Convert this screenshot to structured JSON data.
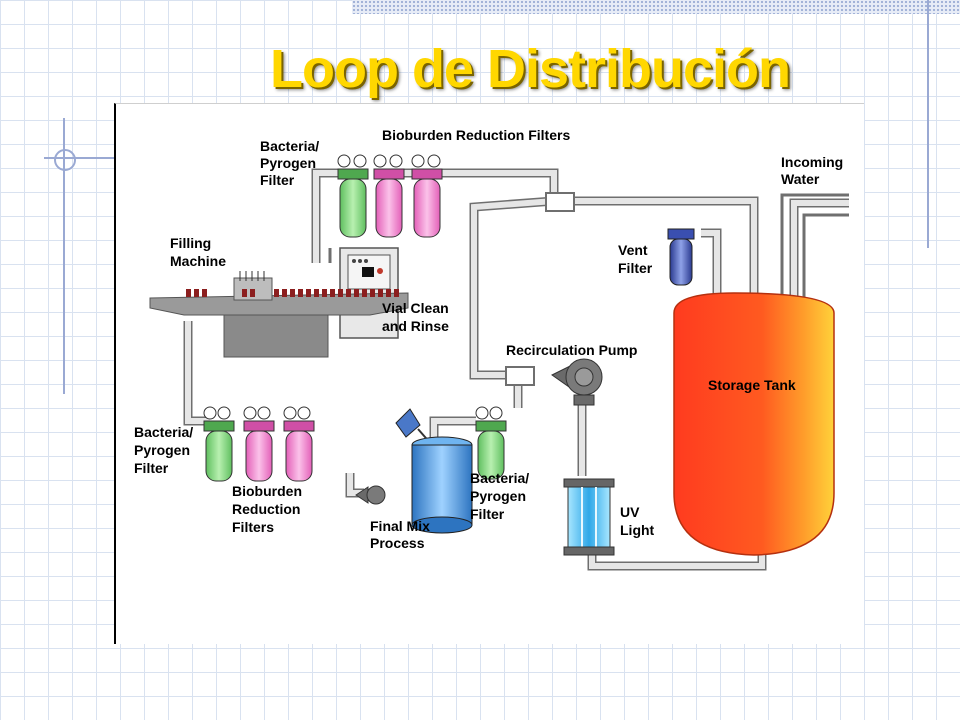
{
  "slide": {
    "title": "Loop de Distribución"
  },
  "diagram": {
    "labels": {
      "bioburden_top": "Bioburden Reduction Filters",
      "bacteria_top_l1": "Bacteria/",
      "bacteria_top_l2": "Pyrogen",
      "bacteria_top_l3": "Filter",
      "incoming_l1": "Incoming",
      "incoming_l2": "Water",
      "filling_l1": "Filling",
      "filling_l2": "Machine",
      "vent_l1": "Vent",
      "vent_l2": "Filter",
      "vial_l1": "Vial Clean",
      "vial_l2": "and Rinse",
      "recirc_pump": "Recirculation Pump",
      "storage_tank": "Storage Tank",
      "bacteria_left_l1": "Bacteria/",
      "bacteria_left_l2": "Pyrogen",
      "bacteria_left_l3": "Filter",
      "bioburden_bottom_l1": "Bioburden",
      "bioburden_bottom_l2": "Reduction",
      "bioburden_bottom_l3": "Filters",
      "bacteria_mid_l1": "Bacteria/",
      "bacteria_mid_l2": "Pyrogen",
      "bacteria_mid_l3": "Filter",
      "final_mix_l1": "Final Mix",
      "final_mix_l2": "Process",
      "uv_l1": "UV",
      "uv_l2": "Light"
    },
    "colors": {
      "title": "#ffd700",
      "pipe": "#d4d4d4",
      "filter_green": "#8fd98f",
      "filter_pink": "#f28fcf",
      "vent_blue": "#3a4fb0",
      "tank_red": "#ff3b1f",
      "tank_yellow": "#ffd23a",
      "final_mix": "#3e8ed6",
      "uv_cyan": "#56c3f0",
      "machine_gray": "#8a8a8a"
    }
  }
}
